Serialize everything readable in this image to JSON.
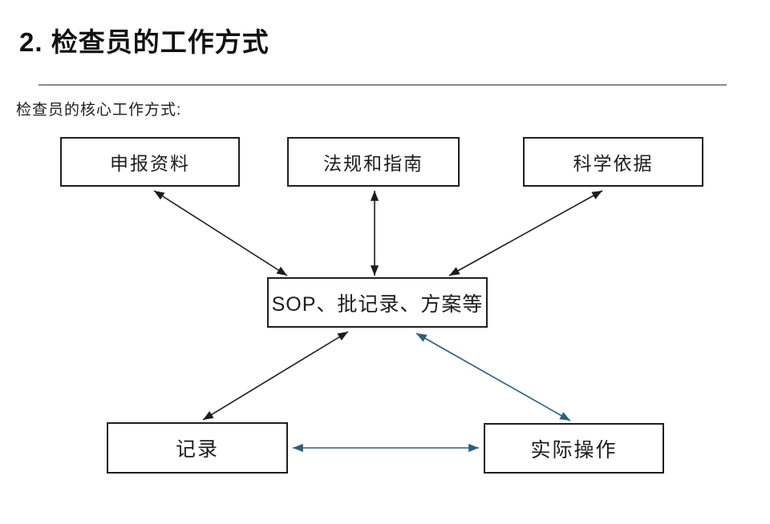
{
  "slide": {
    "title": "2. 检查员的工作方式",
    "subtitle": "检查员的核心工作方式:"
  },
  "diagram": {
    "nodes": {
      "application_materials": {
        "label": "申报资料"
      },
      "regulations_guidelines": {
        "label": "法规和指南"
      },
      "scientific_basis": {
        "label": "科学依据"
      },
      "sop_batch_records": {
        "label": "SOP、批记录、方案等"
      },
      "records": {
        "label": "记录"
      },
      "actual_operation": {
        "label": "实际操作"
      }
    },
    "edges": [
      {
        "from": "application_materials",
        "to": "sop_batch_records",
        "bidirectional": true,
        "color_role": "black"
      },
      {
        "from": "regulations_guidelines",
        "to": "sop_batch_records",
        "bidirectional": true,
        "color_role": "black"
      },
      {
        "from": "scientific_basis",
        "to": "sop_batch_records",
        "bidirectional": true,
        "color_role": "black"
      },
      {
        "from": "sop_batch_records",
        "to": "records",
        "bidirectional": true,
        "color_role": "black"
      },
      {
        "from": "sop_batch_records",
        "to": "actual_operation",
        "bidirectional": true,
        "color_role": "blue"
      },
      {
        "from": "records",
        "to": "actual_operation",
        "bidirectional": true,
        "color_role": "blue"
      }
    ],
    "colors": {
      "black_arrow": "#1c1c1c",
      "blue_arrow": "#2d5e7e",
      "node_border": "#1f1f1f",
      "divider": "#8a8a8a"
    }
  }
}
